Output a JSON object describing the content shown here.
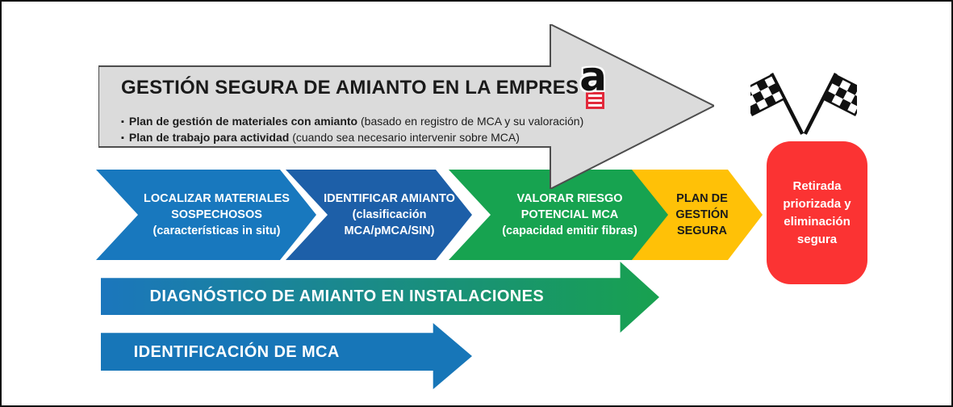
{
  "diagram": {
    "header": {
      "title": "GESTIÓN SEGURA DE AMIANTO EN LA EMPRES",
      "logo_char": "a",
      "bullets": [
        {
          "bold": "Plan de gestión de materiales con amianto",
          "detail": " (basado en registro de MCA y su valoración)"
        },
        {
          "bold": "Plan de trabajo para actividad",
          "detail": " (cuando sea necesario intervenir sobre MCA)"
        }
      ],
      "fill": "#DBDBDB",
      "stroke": "#4D4D4D"
    },
    "steps": [
      {
        "lines": [
          "LOCALIZAR MATERIALES",
          "SOSPECHOSOS",
          "(características in situ)"
        ],
        "color": "#1878BE",
        "text_color": "#FFFFFF"
      },
      {
        "lines": [
          "IDENTIFICAR AMIANTO",
          "(clasificación",
          "MCA/pMCA/SIN)"
        ],
        "color": "#1D5FA8",
        "text_color": "#FFFFFF"
      },
      {
        "lines": [
          "VALORAR RIESGO",
          "POTENCIAL MCA",
          "(capacidad emitir fibras)"
        ],
        "color": "#17A350",
        "text_color": "#FFFFFF"
      },
      {
        "lines": [
          "PLAN DE",
          "GESTIÓN",
          "SEGURA"
        ],
        "color": "#FFC107",
        "text_color": "#1A1A1A"
      }
    ],
    "result": {
      "label": "Retirada priorizada y eliminación segura",
      "color": "#FB3333"
    },
    "phases": [
      {
        "label": "DIAGNÓSTICO DE AMIANTO EN INSTALACIONES",
        "color_from": "#1B76BD",
        "color_to": "#18A14F"
      },
      {
        "label": "IDENTIFICACIÓN DE MCA",
        "color_from": "#1776B8",
        "color_to": "#1776B8"
      }
    ],
    "icons": {
      "finish_flags": "checkered-finish-flags"
    },
    "logo_red": "#E2293B"
  }
}
